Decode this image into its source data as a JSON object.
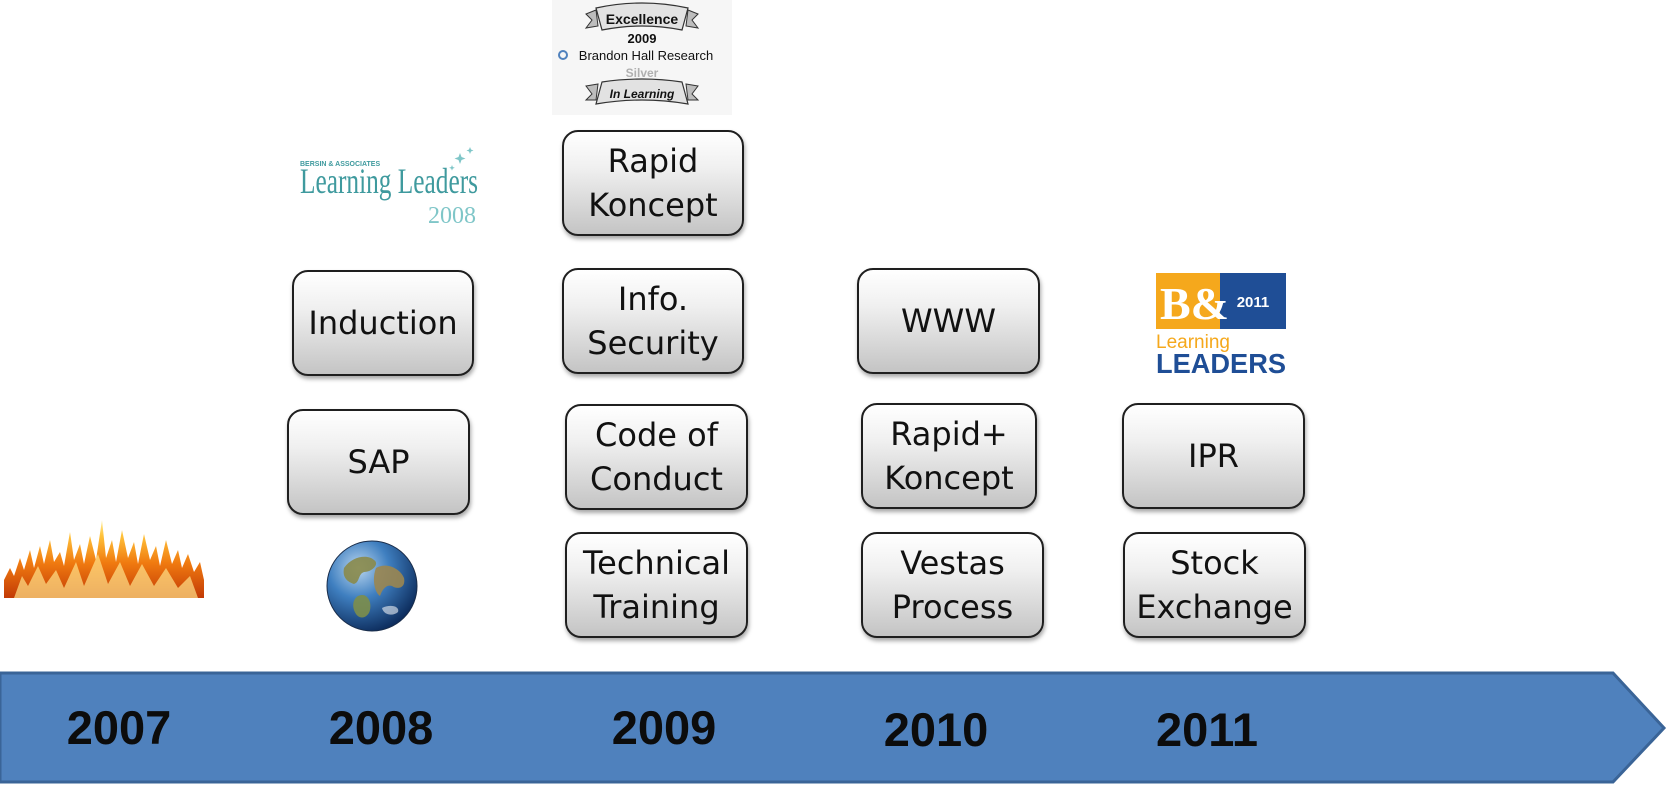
{
  "timeline": {
    "years": [
      "2007",
      "2008",
      "2009",
      "2010",
      "2011"
    ],
    "arrow_color": "#4f81bd",
    "arrow_border": "#3a6497"
  },
  "boxes": {
    "induction": "Induction",
    "sap": "SAP",
    "rapid_koncept": "Rapid\nKoncept",
    "info_security": "Info.\nSecurity",
    "code_of_conduct": "Code of\nConduct",
    "technical_training": "Technical\nTraining",
    "www": "WWW",
    "rapid_plus_koncept": "Rapid+\nKoncept",
    "vestas_process": "Vestas\nProcess",
    "ipr": "IPR",
    "stock_exchange": "Stock\nExchange"
  },
  "logos": {
    "bersin_2008": {
      "top": "BERSIN & ASSOCIATES",
      "main": "Learning Leaders",
      "year": "2008",
      "color": "#3f9a9e"
    },
    "brandon_hall": {
      "ribbon_top": "Excellence",
      "year": "2009",
      "org": "Brandon Hall Research",
      "medal": "Silver",
      "ribbon_bottom": "In Learning"
    },
    "bersin_2011": {
      "mark": "B&",
      "year": "2011",
      "learning": "Learning",
      "leaders": "LEADERS",
      "orange": "#f5a81c",
      "blue": "#1f4e96"
    }
  },
  "icons": {
    "fire": "fire-icon",
    "globe": "globe-icon"
  }
}
